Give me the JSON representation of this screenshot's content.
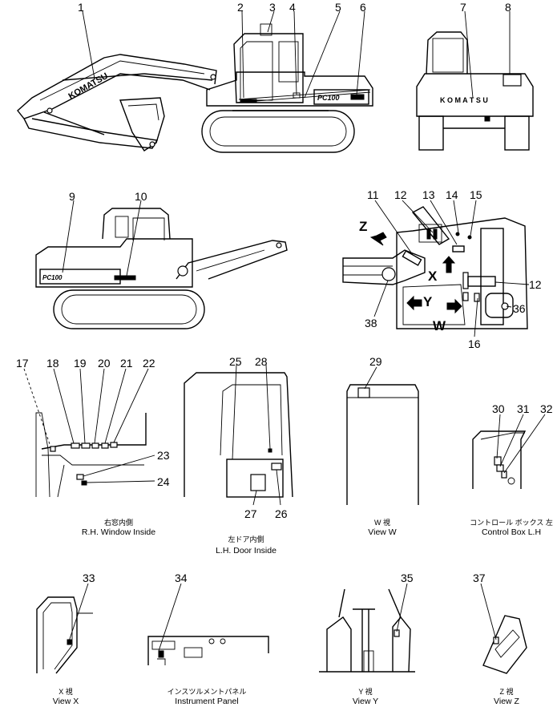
{
  "callouts": [
    "1",
    "2",
    "3",
    "4",
    "5",
    "6",
    "7",
    "8",
    "9",
    "10",
    "11",
    "12",
    "13",
    "14",
    "15",
    "12",
    "36",
    "16",
    "38",
    "17",
    "18",
    "19",
    "20",
    "21",
    "22",
    "23",
    "24",
    "25",
    "28",
    "27",
    "26",
    "29",
    "30",
    "31",
    "32",
    "33",
    "34",
    "35",
    "37"
  ],
  "letters": {
    "z": "Z",
    "x": "X",
    "y": "Y",
    "w": "W"
  },
  "marks": {
    "komatsu_boom": "KOMATSU",
    "komatsu_rear": "K O M A T S U",
    "model_right": "PC100",
    "model_left": "PC100"
  },
  "captions": {
    "rh_window_jp": "右窓内側",
    "rh_window_en": "R.H. Window Inside",
    "lh_door_jp": "左ドア内側",
    "lh_door_en": "L.H. Door Inside",
    "view_w_jp": "W   視",
    "view_w_en": "View  W",
    "control_box_jp": "コントロール ボックス 左",
    "control_box_en": "Control  Box  L.H",
    "view_x_jp": "X   視",
    "view_x_en": "View  X",
    "instrument_jp": "インスツルメントパネル",
    "instrument_en": "Instrument Panel",
    "view_y_jp": "Y   視",
    "view_y_en": "View  Y",
    "view_z_jp": "Z   視",
    "view_z_en": "View  Z"
  }
}
